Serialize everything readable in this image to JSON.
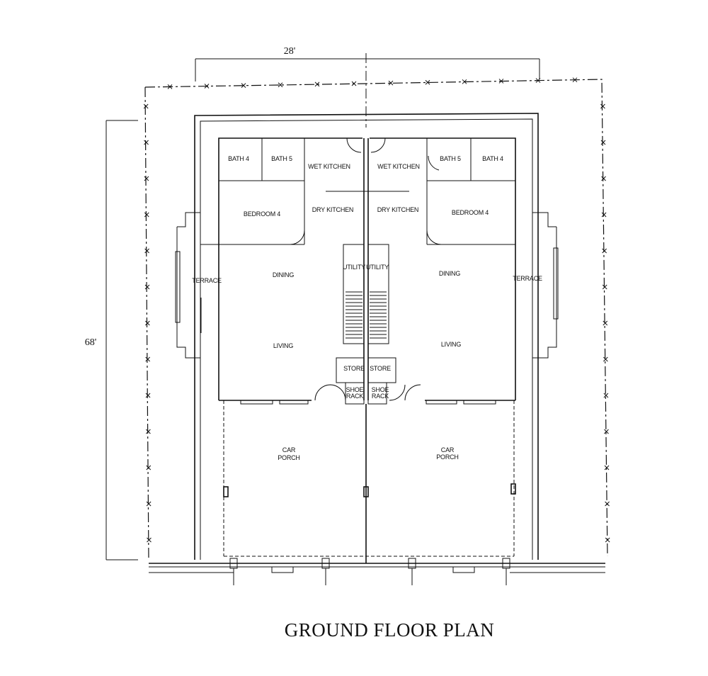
{
  "title": "GROUND FLOOR PLAN",
  "dimensions": {
    "width": "28'",
    "depth": "68'"
  },
  "rooms": {
    "bath4_l": "BATH 4",
    "bath5_l": "BATH 5",
    "wetkitchen_l": "WET KITCHEN",
    "drykitchen_l": "DRY KITCHEN",
    "bedroom4_l": "BEDROOM 4",
    "utility_l": "UTILITY",
    "terrace_l": "TERRACE",
    "dining_l": "DINING",
    "living_l": "LIVING",
    "store_l": "STORE",
    "shoe_l": "SHOE",
    "rack_l": "RACK",
    "car_l": "CAR",
    "porch_l": "PORCH",
    "bath4_r": "BATH 4",
    "bath5_r": "BATH 5",
    "wetkitchen_r": "WET KITCHEN",
    "drykitchen_r": "DRY KITCHEN",
    "bedroom4_r": "BEDROOM 4",
    "utility_r": "UTILITY",
    "terrace_r": "TERRACE",
    "dining_r": "DINING",
    "living_r": "LIVING",
    "store_r": "STORE",
    "shoe_r": "SHOE",
    "rack_r": "RACK",
    "car_r": "CAR",
    "porch_r": "PORCH"
  }
}
